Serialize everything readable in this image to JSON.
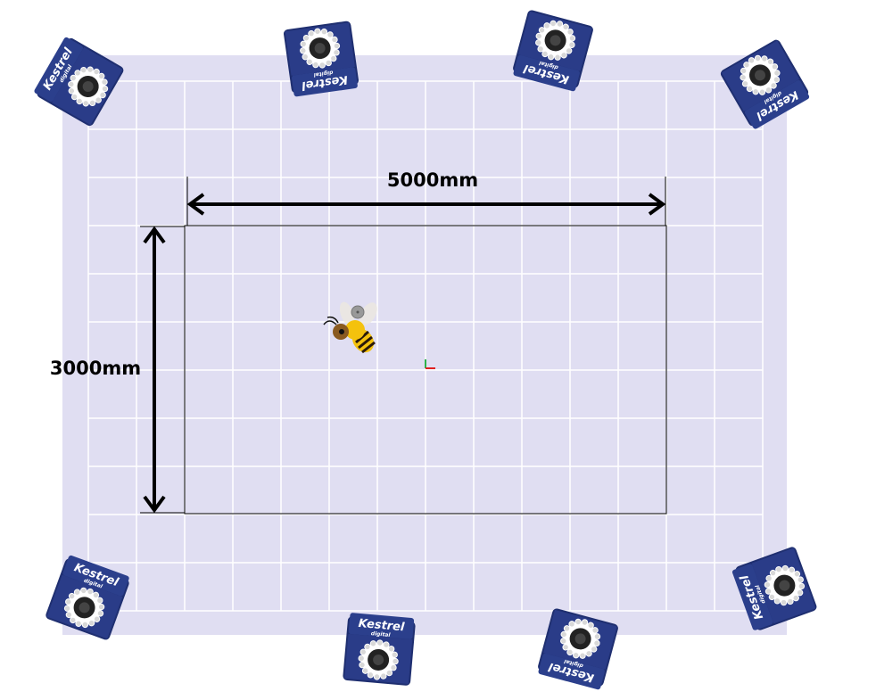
{
  "diagram": {
    "width_label": "5000mm",
    "height_label": "3000mm",
    "colors": {
      "floor": "#e0def2",
      "grid": "#ffffff",
      "camera": "#2b3f8c",
      "arrow": "#000000"
    },
    "camera_logo": {
      "brand": "Kestrel",
      "sub": "digital"
    },
    "cameras": [
      {
        "id": "cam-top-left",
        "rot": -60
      },
      {
        "id": "cam-top-mid-left",
        "rot": 172
      },
      {
        "id": "cam-top-mid-right",
        "rot": 195
      },
      {
        "id": "cam-top-right",
        "rot": 150
      },
      {
        "id": "cam-bottom-left",
        "rot": 20
      },
      {
        "id": "cam-bottom-mid-left",
        "rot": 5
      },
      {
        "id": "cam-bottom-mid-right",
        "rot": 195
      },
      {
        "id": "cam-bottom-right",
        "rot": -110
      }
    ],
    "subject_icon": "bee-drone-icon",
    "origin_icon": "axis-origin-icon"
  }
}
